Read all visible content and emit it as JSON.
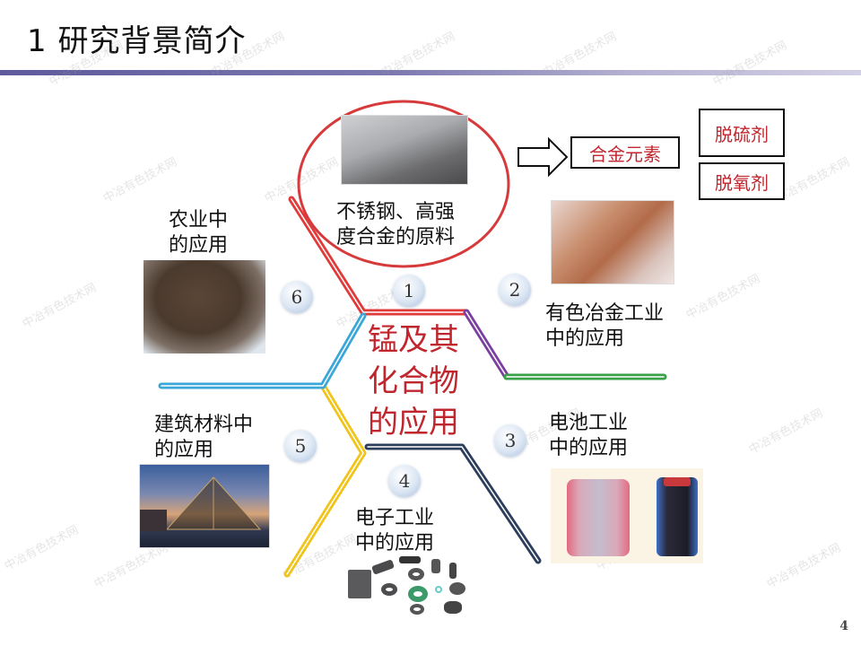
{
  "slide": {
    "title": "1 研究背景简介",
    "page_number": "4",
    "watermark": "中冶有色技术网"
  },
  "center": {
    "line1": "锰及其",
    "line2": "化合物",
    "line3": "的应用",
    "color": "#c0262e"
  },
  "branches": [
    {
      "number": "1",
      "label_line1": "不锈钢、高强",
      "label_line2": "度合金的原料",
      "color": "#e03a3a",
      "image": "stainless-steel-tubes"
    },
    {
      "number": "2",
      "label_line1": "有色冶金工业",
      "label_line2": "中的应用",
      "color": "#7a3fa0",
      "image": "copper-bars"
    },
    {
      "number": "3",
      "label_line1": "电池工业",
      "label_line2": "中的应用",
      "color": "#3aa04a",
      "image": "battery-cross-section"
    },
    {
      "number": "4",
      "label_line1": "电子工业",
      "label_line2": "中的应用",
      "color": "#2c3e5c",
      "image": "ferrite-cores"
    },
    {
      "number": "5",
      "label_line1": "建筑材料中",
      "label_line2": "的应用",
      "color": "#f0c419",
      "image": "glass-pyramid"
    },
    {
      "number": "6",
      "label_line1": "农业中",
      "label_line2": "的应用",
      "color": "#3aa7d8",
      "image": "fertilizer-granules"
    }
  ],
  "alloy_callout": {
    "arrow": "right-arrow",
    "main_box": "合金元素",
    "side_boxes": [
      "脱硫剂",
      "脱氧剂"
    ]
  }
}
